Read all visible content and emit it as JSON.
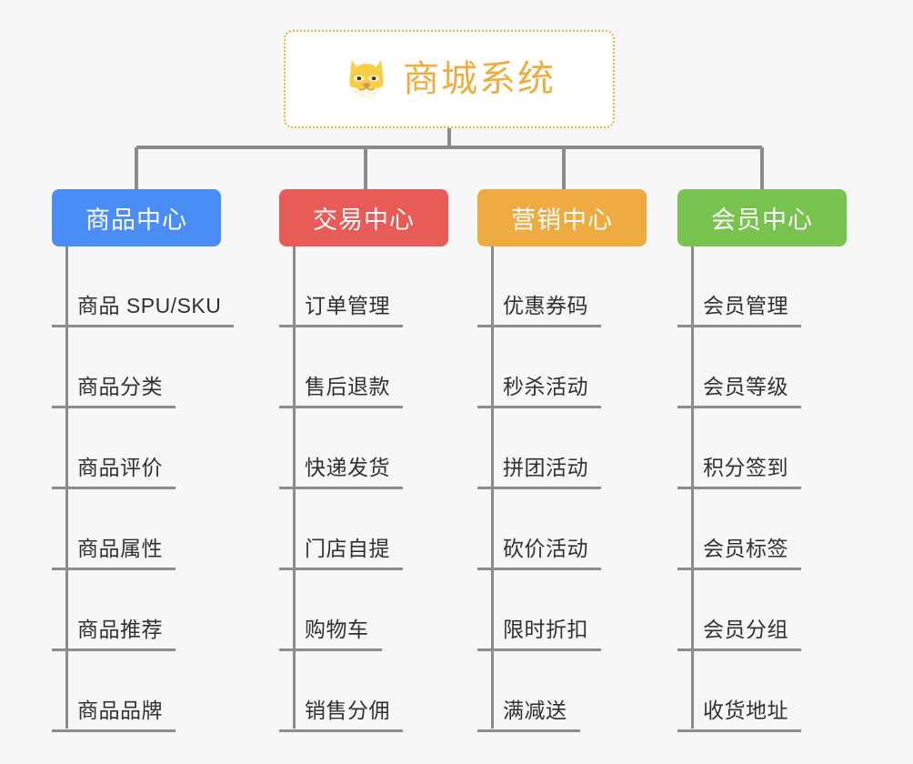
{
  "page": {
    "background_color": "#f7f7f7",
    "line_color": "#8c8c8c"
  },
  "root": {
    "title": "商城系统",
    "icon": "shiba-dog-emoji",
    "accent_color": "#f0ad3e",
    "border_style": "dotted"
  },
  "categories": [
    {
      "label": "商品中心",
      "color": "#4a8df6",
      "items": [
        "商品 SPU/SKU",
        "商品分类",
        "商品评价",
        "商品属性",
        "商品推荐",
        "商品品牌"
      ]
    },
    {
      "label": "交易中心",
      "color": "#e85b57",
      "items": [
        "订单管理",
        "售后退款",
        "快递发货",
        "门店自提",
        "购物车",
        "销售分佣"
      ]
    },
    {
      "label": "营销中心",
      "color": "#eeab40",
      "items": [
        "优惠券码",
        "秒杀活动",
        "拼团活动",
        "砍价活动",
        "限时折扣",
        "满减送"
      ]
    },
    {
      "label": "会员中心",
      "color": "#78c350",
      "items": [
        "会员管理",
        "会员等级",
        "积分签到",
        "会员标签",
        "会员分组",
        "收货地址"
      ]
    }
  ]
}
